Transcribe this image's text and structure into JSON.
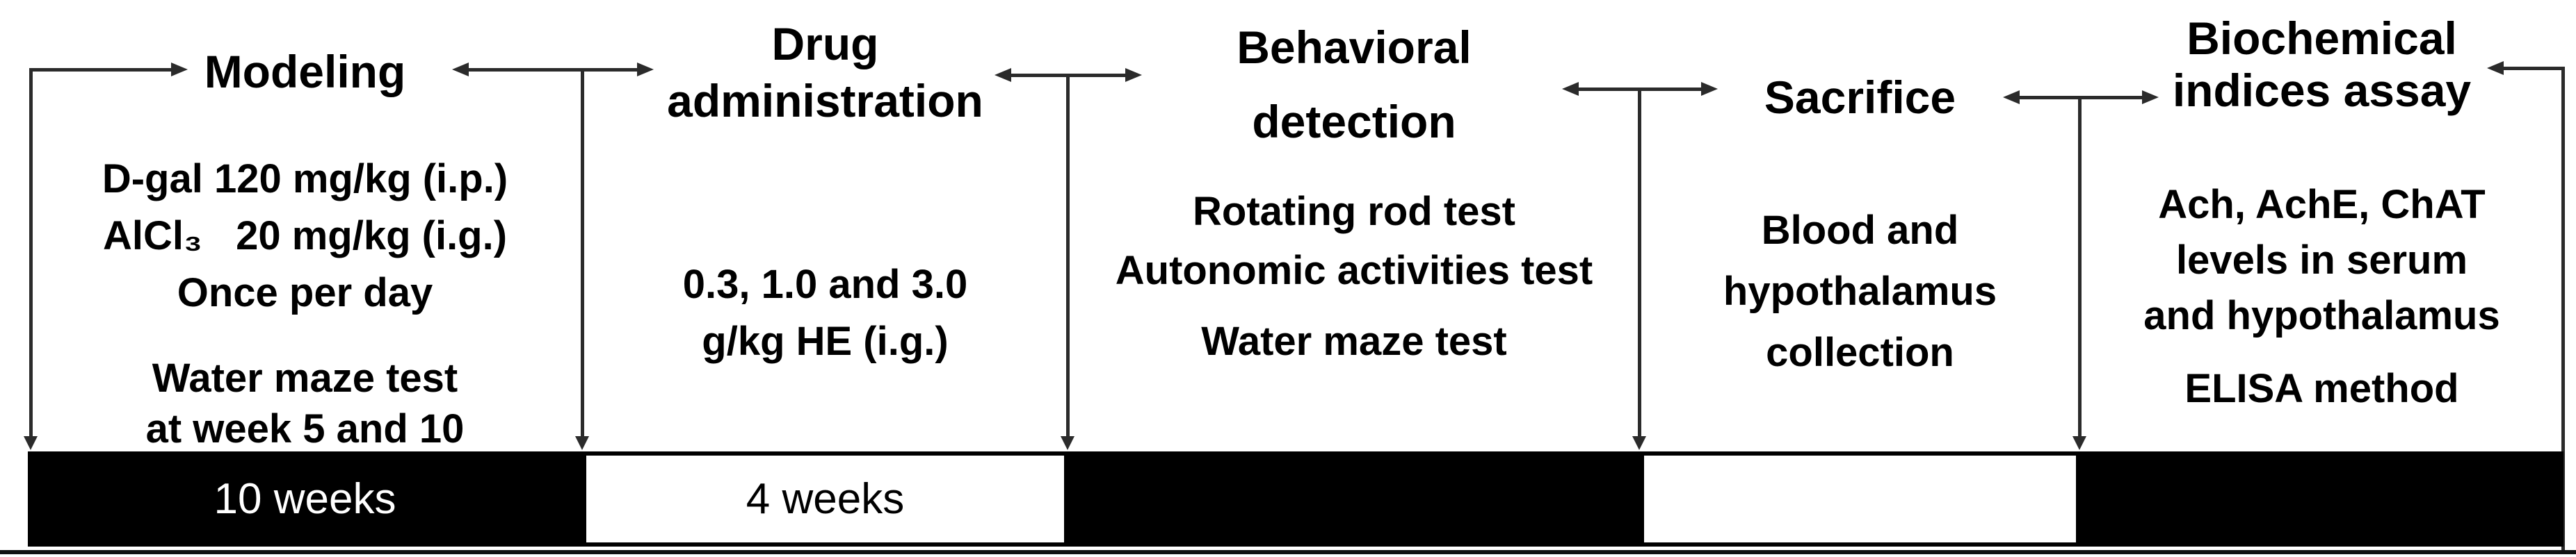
{
  "figure": {
    "type": "experimental-timeline-diagram",
    "colors": {
      "background": "#ffffff",
      "text": "#000000",
      "line": "#2b2b2b",
      "bar_black": "#000000",
      "bar_white": "#ffffff",
      "bar_text_on_black": "#ffffff",
      "bar_text_on_white": "#000000"
    }
  },
  "phases": [
    {
      "id": "modeling",
      "label_lines": [
        "Modeling"
      ],
      "body_lines": [
        "D-gal 120 mg/kg (i.p.)",
        "AlCl₃   20 mg/kg (i.g.)",
        "Once per day",
        "Water maze test",
        "at week 5 and 10"
      ],
      "bar_label": "10 weeks",
      "bar_fill": "#000000"
    },
    {
      "id": "drug-administration",
      "label_lines": [
        "Drug",
        "administration"
      ],
      "body_lines": [
        "0.3, 1.0 and 3.0",
        "g/kg HE (i.g.)"
      ],
      "bar_label": "4 weeks",
      "bar_fill": "#ffffff"
    },
    {
      "id": "behavioral-detection",
      "label_lines": [
        "Behavioral",
        "detection"
      ],
      "body_lines": [
        "Rotating rod test",
        "Autonomic activities test",
        "Water maze test"
      ],
      "bar_label": "",
      "bar_fill": "#000000"
    },
    {
      "id": "sacrifice",
      "label_lines": [
        "Sacrifice"
      ],
      "body_lines": [
        "Blood and",
        "hypothalamus",
        "collection"
      ],
      "bar_label": "",
      "bar_fill": "#ffffff"
    },
    {
      "id": "biochemical-indices-assay",
      "label_lines": [
        "Biochemical",
        "indices assay"
      ],
      "body_lines": [
        "Ach, AchE, ChAT",
        "levels in serum",
        "and hypothalamus",
        "ELISA method"
      ],
      "bar_label": "",
      "bar_fill": "#000000"
    }
  ]
}
